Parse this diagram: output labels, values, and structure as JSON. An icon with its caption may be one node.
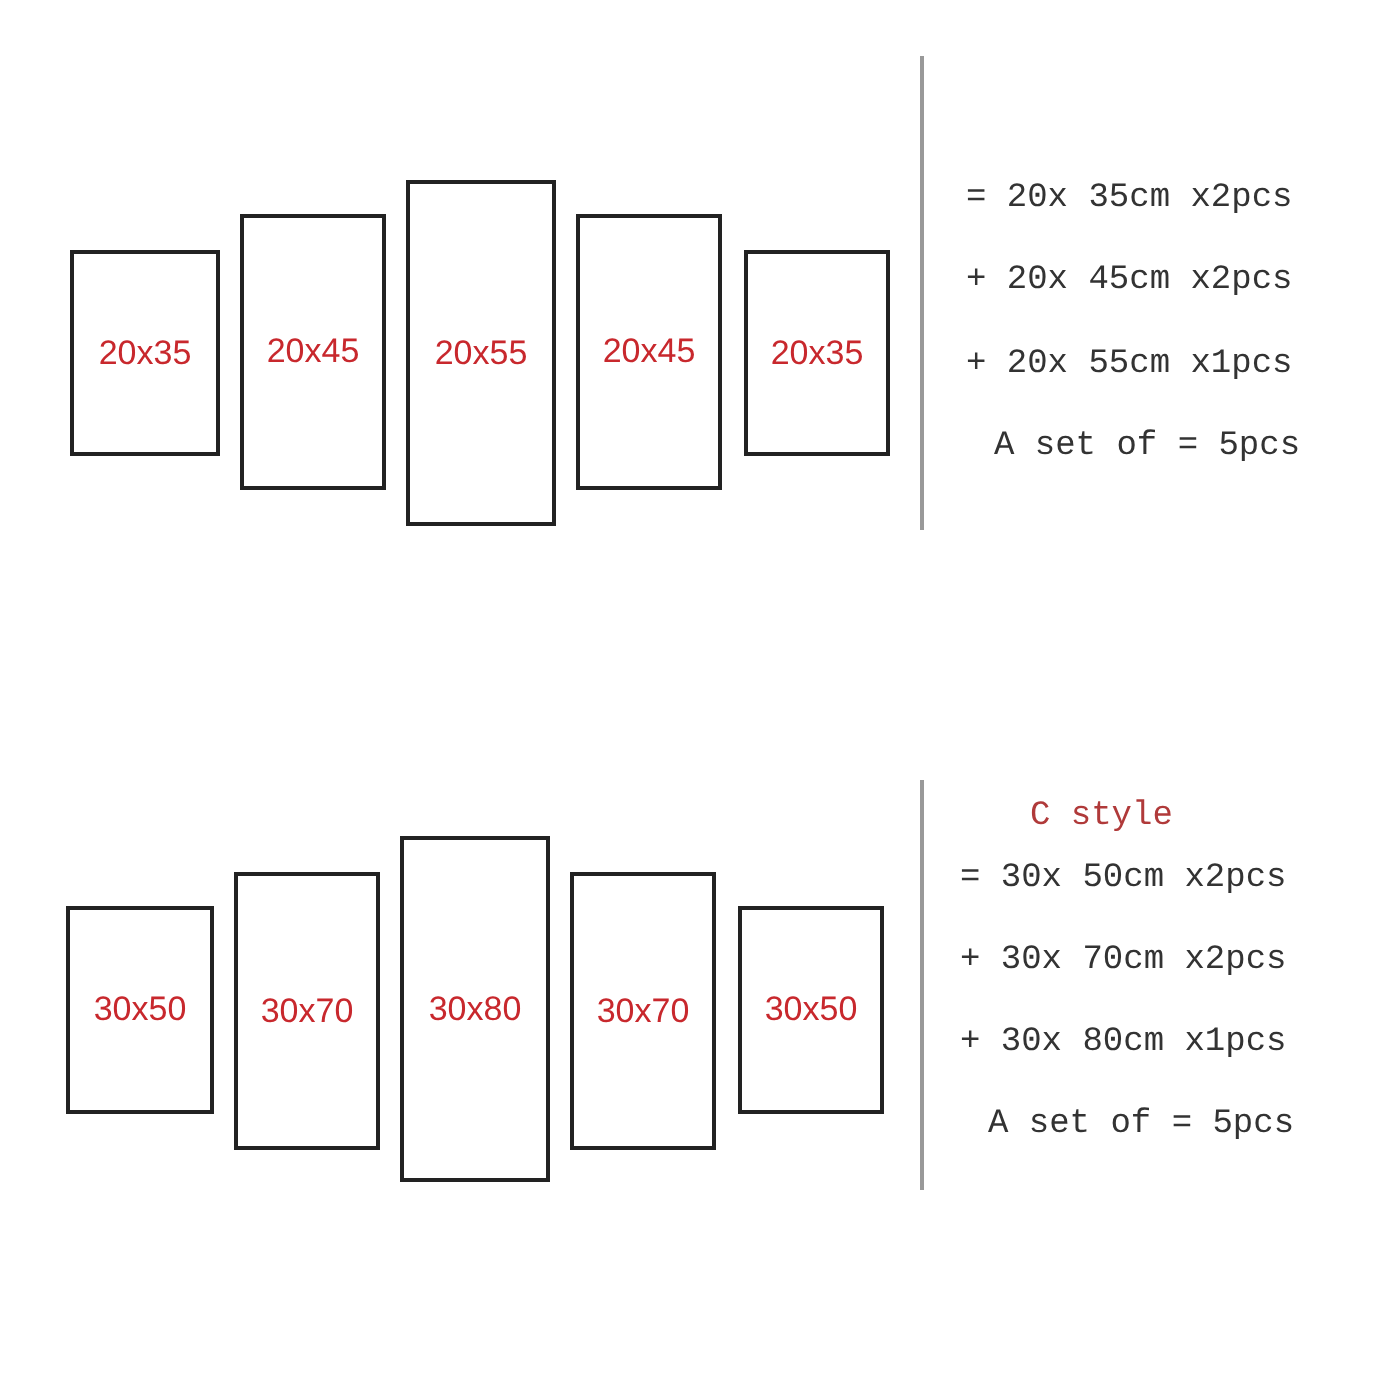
{
  "diagram": {
    "nodes": [
      {
        "text": [
          "20x35"
        ]
      },
      {
        "text": [
          "20x45"
        ]
      },
      {
        "text": [
          "20x55"
        ]
      },
      {
        "text": [
          "20x45"
        ]
      },
      {
        "text": [
          "20x35"
        ]
      },
      {
        "text": [
          "30x50"
        ]
      },
      {
        "text": [
          "30x70"
        ]
      },
      {
        "text": [
          "30x80"
        ]
      },
      {
        "text": [
          "30x70"
        ]
      },
      {
        "text": [
          "30x50"
        ]
      }
    ],
    "edges": [],
    "labels": [
      "= 20x 35cm x2pcs",
      "+ 20x 45cm x2pcs",
      "+ 20x 55cm x1pcs",
      "A set of = 5pcs",
      "C style",
      "= 30x 50cm x2pcs",
      "+ 30x 70cm x2pcs",
      "+ 30x 80cm x1pcs",
      "A set of = 5pcs"
    ]
  }
}
